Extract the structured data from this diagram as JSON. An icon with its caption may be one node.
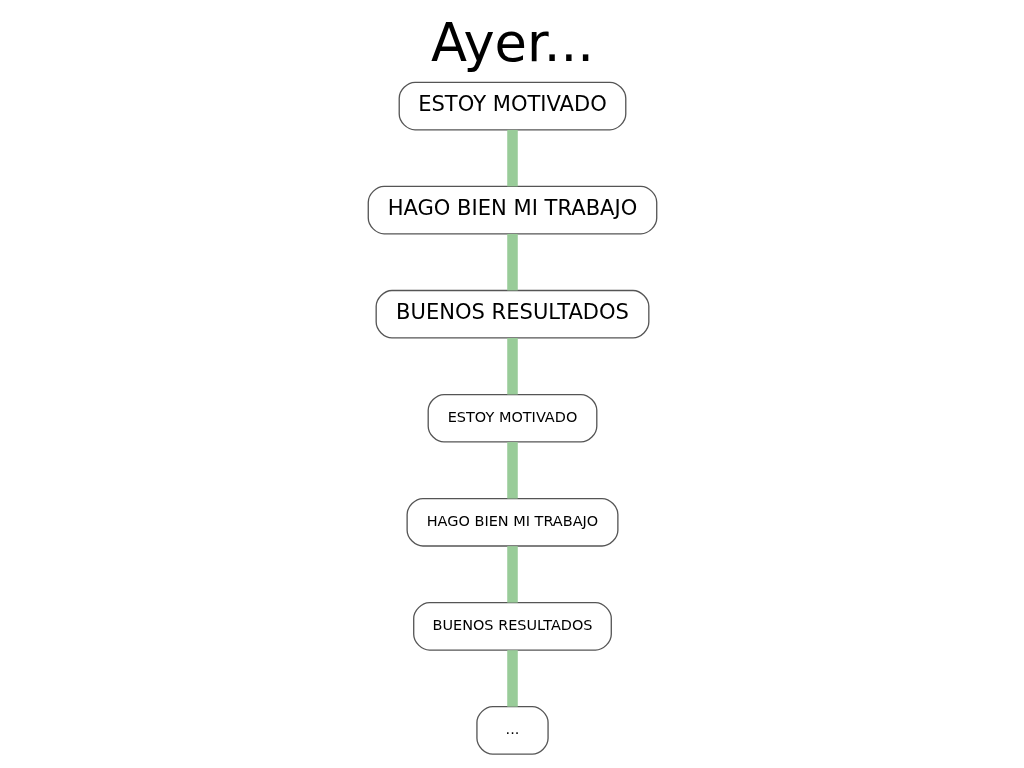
{
  "diagram": {
    "title": "Ayer...",
    "nodes": [
      {
        "text": [
          "ESTOY MOTIVADO"
        ]
      },
      {
        "text": [
          "HAGO BIEN MI TRABAJO"
        ]
      },
      {
        "text": [
          "BUENOS RESULTADOS"
        ]
      },
      {
        "text": [
          "ESTOY MOTIVADO"
        ]
      },
      {
        "text": [
          "..."
        ]
      },
      {
        "text": [
          "HAGO BIEN MI TRABAJO"
        ]
      },
      {
        "text": [
          "BUENOS RESULTADOS"
        ]
      }
    ],
    "edges": [
      {
        "from": 0,
        "to": 1,
        "arrow": "none",
        "color": "#99cc99"
      },
      {
        "from": 1,
        "to": 2,
        "arrow": "none",
        "color": "#99cc99"
      },
      {
        "from": 2,
        "to": 3,
        "arrow": "none",
        "color": "#99cc99"
      },
      {
        "from": 3,
        "to": 5,
        "arrow": "none",
        "color": "#99cc99"
      },
      {
        "from": 5,
        "to": 6,
        "arrow": "none",
        "color": "#99cc99"
      },
      {
        "from": 6,
        "to": 4,
        "arrow": "none",
        "color": "#99cc99"
      }
    ]
  }
}
